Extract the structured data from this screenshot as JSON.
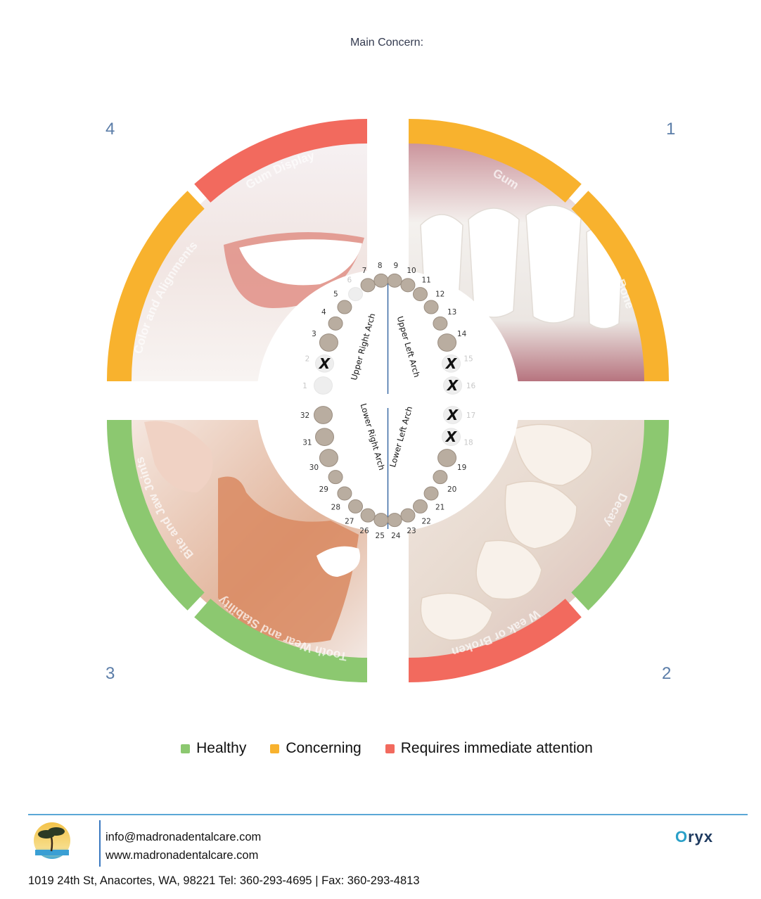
{
  "header": {
    "main_concern": "Main Concern:"
  },
  "quadrants": [
    {
      "number": "1",
      "segments": [
        "Gum",
        "Bone"
      ]
    },
    {
      "number": "2",
      "segments": [
        "Decay",
        "W eak or Broken"
      ]
    },
    {
      "number": "3",
      "segments": [
        "Bite and Jaw Joints",
        "Tooth Wear and Stability"
      ]
    },
    {
      "number": "4",
      "segments": [
        "Gum Display",
        "Color and Alignments"
      ]
    }
  ],
  "arches": {
    "upper_right": "Upper Right Arch",
    "upper_left": "Upper Left Arch",
    "lower_right": "Lower Right Arch",
    "lower_left": "Lower Left Arch"
  },
  "teeth": {
    "numbers": [
      "1",
      "2",
      "3",
      "4",
      "5",
      "6",
      "7",
      "8",
      "9",
      "10",
      "11",
      "12",
      "13",
      "14",
      "15",
      "16",
      "17",
      "18",
      "19",
      "20",
      "21",
      "22",
      "23",
      "24",
      "25",
      "26",
      "27",
      "28",
      "29",
      "30",
      "31",
      "32"
    ],
    "missing": [
      "2",
      "15",
      "16",
      "17",
      "18"
    ],
    "faded": [
      "1",
      "2",
      "6",
      "15",
      "16",
      "17",
      "18"
    ],
    "missing_mark": "X"
  },
  "legend": [
    {
      "label": "Healthy",
      "color": "#8cc870"
    },
    {
      "label": "Concerning",
      "color": "#f8b22e"
    },
    {
      "label": "Requires immediate attention",
      "color": "#f26a5e"
    }
  ],
  "colors": {
    "healthy": "#8cc870",
    "concerning": "#f8b22e",
    "attention": "#f26a5e",
    "quadrant_number": "#5b7da8",
    "footer_rule": "#5aa7d6"
  },
  "footer": {
    "email": "info@madronadentalcare.com",
    "website": "www.madronadentalcare.com",
    "address": "1019 24th St, Anacortes, WA, 98221 Tel: 360-293-4695 | Fax: 360-293-4813",
    "brand": "Oryx"
  }
}
